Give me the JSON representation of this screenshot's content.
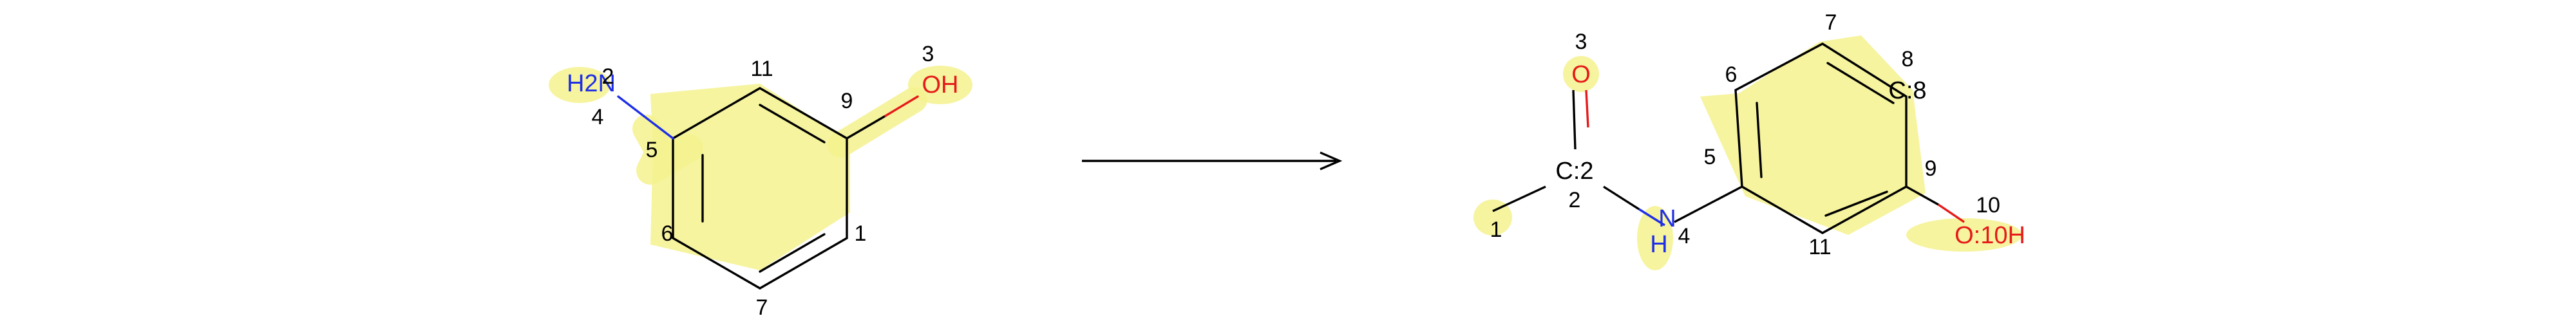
{
  "colors": {
    "bond": "#000000",
    "nitrogen": "#1f2fe6",
    "oxygen": "#e61a1a",
    "highlight": "#f5f28e",
    "background": "#ffffff"
  },
  "reactant": {
    "atom_labels": {
      "amine": "H2N",
      "hydroxyl": "OH"
    },
    "atom_indices": {
      "n": "4",
      "c_n": "5",
      "c_top": "11",
      "c_oh": "9",
      "o": "3",
      "c_bottom_right": "1",
      "c_bottom": "7",
      "c_bottom_left": "6",
      "h_overlap": "2"
    }
  },
  "product": {
    "atom_labels": {
      "carbonyl_o": "O",
      "carbonyl_c": "C:2",
      "amide_n": "N",
      "amide_h": "H",
      "ring_c8": "C:8",
      "hydroxyl": "O:10H"
    },
    "atom_indices": {
      "carbonyl_o": "3",
      "methyl": "1",
      "carbonyl_c": "2",
      "n": "4",
      "c_n": "5",
      "c6": "6",
      "c7": "7",
      "c8": "8",
      "c9": "9",
      "o10": "10",
      "c11": "11"
    }
  }
}
